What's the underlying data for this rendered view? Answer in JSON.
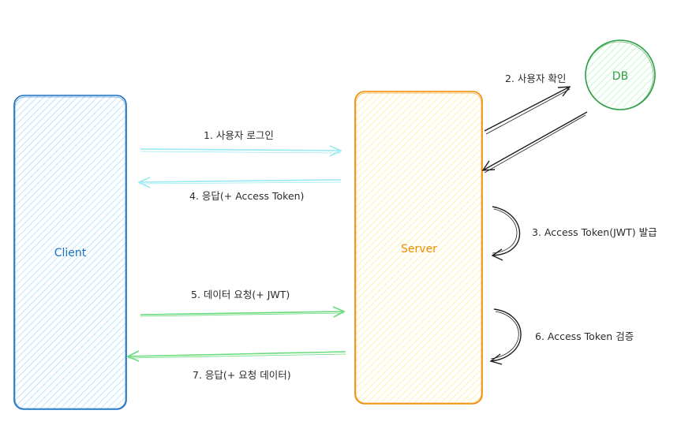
{
  "diagram": {
    "nodes": {
      "client": {
        "label": "Client",
        "stroke": "#1971c2",
        "fill": "#a5d8ff"
      },
      "server": {
        "label": "Server",
        "stroke": "#f08c00",
        "fill": "#ffec99"
      },
      "db": {
        "label": "DB",
        "stroke": "#2f9e44",
        "fill": "#b2f2bb"
      }
    },
    "edges": [
      {
        "label": "1. 사용자 로그인",
        "color": "#99e9f2"
      },
      {
        "label": "2. 사용자 확인",
        "color": "#1e1e1e"
      },
      {
        "label": "3. Access Token(JWT) 발급",
        "color": "#1e1e1e"
      },
      {
        "label": "4. 응답(+ Access Token)",
        "color": "#99e9f2"
      },
      {
        "label": "5. 데이터 요청(+ JWT)",
        "color": "#69db7c"
      },
      {
        "label": "6. Access Token 검증",
        "color": "#1e1e1e"
      },
      {
        "label": "7. 응답(+ 요청 데이터)",
        "color": "#69db7c"
      }
    ]
  }
}
